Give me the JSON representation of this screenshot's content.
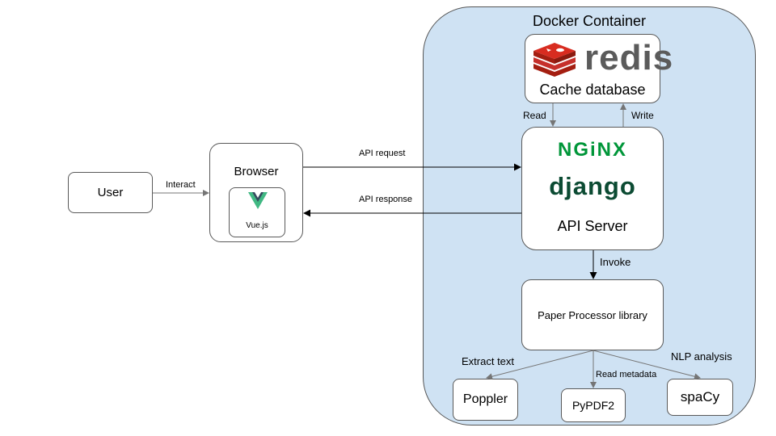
{
  "container": {
    "title": "Docker Container"
  },
  "user": {
    "label": "User"
  },
  "browser": {
    "title": "Browser",
    "vue_label": "Vue.js"
  },
  "redis": {
    "logo_text": "redis",
    "label": "Cache database"
  },
  "api": {
    "nginx_text": "NGiNX",
    "django_text": "django",
    "label": "API Server"
  },
  "processor": {
    "label": "Paper Processor library"
  },
  "tools": {
    "poppler": "Poppler",
    "pypdf": "PyPDF2",
    "spacy": "spaCy"
  },
  "edges": {
    "interact": "Interact",
    "api_request": "API request",
    "api_response": "API response",
    "read": "Read",
    "write": "Write",
    "invoke": "Invoke",
    "extract_text": "Extract text",
    "read_metadata": "Read metadata",
    "nlp_analysis": "NLP analysis"
  },
  "colors": {
    "container_fill": "#cfe2f3",
    "redis_red": "#d82c20",
    "nginx_green": "#009639",
    "django_green": "#0c4b33",
    "vue_green": "#41b883",
    "vue_dark": "#35495e"
  }
}
